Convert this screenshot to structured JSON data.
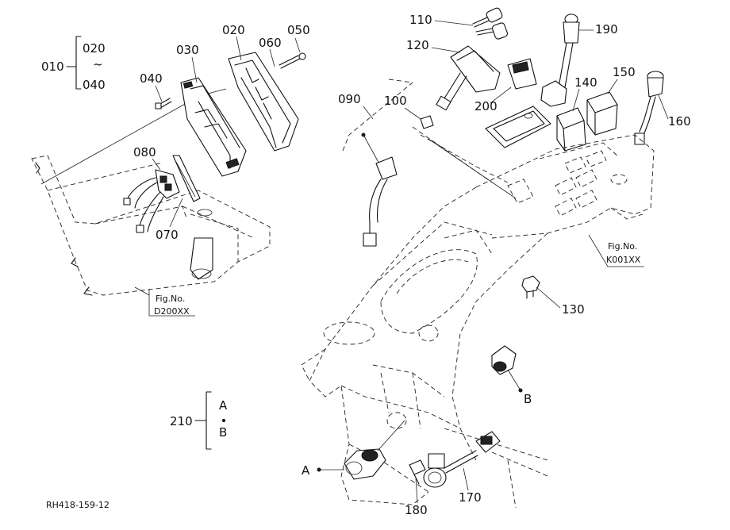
{
  "labels": {
    "p010": "010",
    "p020a": "020",
    "tilde": "~",
    "p040a": "040",
    "p020b": "020",
    "p030": "030",
    "p040b": "040",
    "p050": "050",
    "p060": "060",
    "p070": "070",
    "p080": "080",
    "p090": "090",
    "p100": "100",
    "p110": "110",
    "p120": "120",
    "p130": "130",
    "p140": "140",
    "p150": "150",
    "p160": "160",
    "p170": "170",
    "p180": "180",
    "p190": "190",
    "p200": "200",
    "p210": "210",
    "markA": "A",
    "markB": "B",
    "bracketA": "A",
    "bracketB": "B"
  },
  "figrefs": {
    "d200_fig": "Fig.No.",
    "d200_no": "D200XX",
    "k001_fig": "Fig.No.",
    "k001_no": "K001XX"
  },
  "footer": {
    "code": "RH418-159-12"
  }
}
